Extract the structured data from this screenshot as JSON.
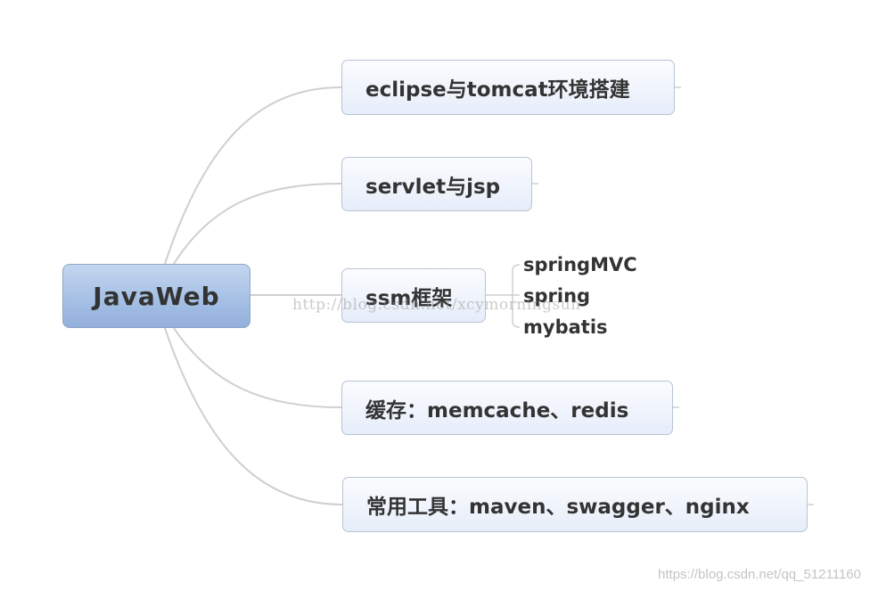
{
  "root": {
    "label": "JavaWeb"
  },
  "branches": [
    {
      "label": "eclipse与tomcat环境搭建"
    },
    {
      "label": "servlet与jsp"
    },
    {
      "label": "ssm框架",
      "children": [
        {
          "label": "springMVC"
        },
        {
          "label": "spring"
        },
        {
          "label": "mybatis"
        }
      ]
    },
    {
      "label": "缓存：memcache、redis"
    },
    {
      "label": "常用工具：maven、swagger、nginx"
    }
  ],
  "watermarks": {
    "center": "http://blog.csdn.net/xcymorningsun",
    "corner": "https://blog.csdn.net/qq_51211160"
  },
  "colors": {
    "root_fill": "#a6c0e5",
    "node_fill": "#e6edf9",
    "connector": "#cfcfcf",
    "text": "#333333"
  }
}
